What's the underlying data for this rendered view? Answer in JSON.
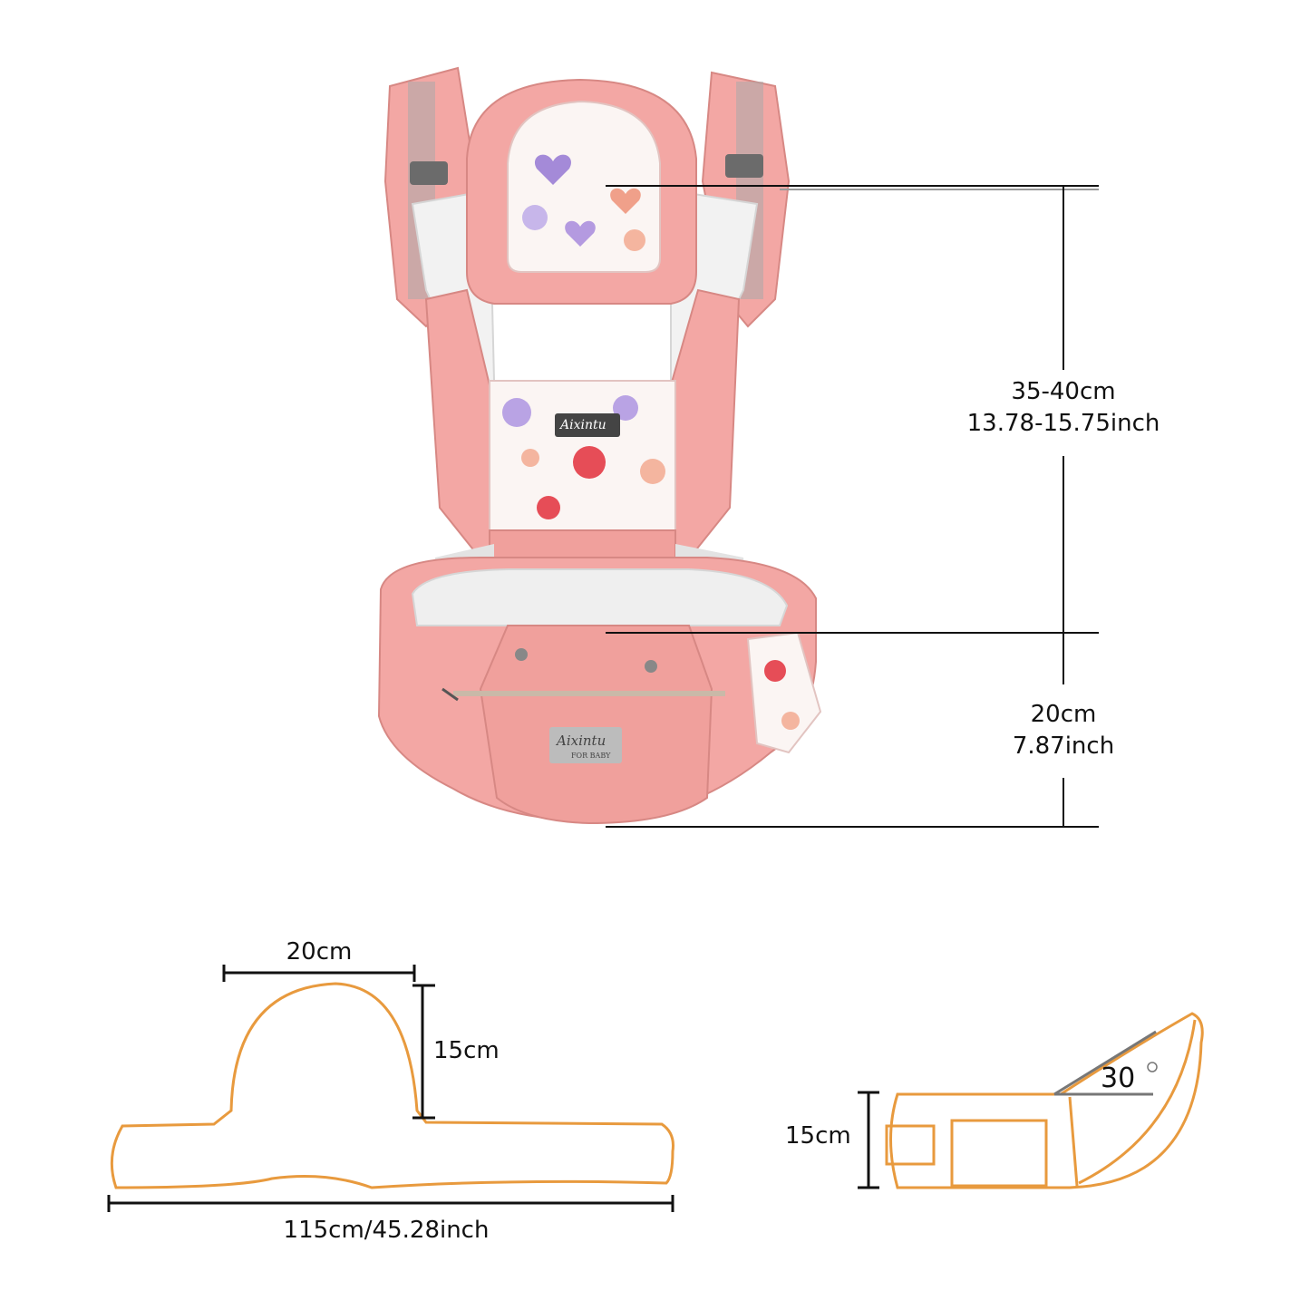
{
  "carrier": {
    "front_brand": "Aixintu",
    "waist_brand": "Aixintu",
    "waist_brand_sub": "FOR BABY"
  },
  "dimensions": {
    "back_height_cm": "35-40cm",
    "back_height_inch": "13.78-15.75inch",
    "seat_height_cm": "20cm",
    "seat_height_inch": "7.87inch",
    "waist_top_width": "20cm",
    "waist_top_height": "15cm",
    "belt_length": "115cm/45.28inch",
    "seat_side_height": "15cm",
    "seat_angle": "30",
    "seat_angle_unit": "°"
  },
  "colors": {
    "carrier_pink": "#f3a7a4",
    "carrier_dark": "#e4908d",
    "strap_gray": "#9a9a9a",
    "outline_orange": "#e89a3e",
    "line_black": "#111111"
  }
}
